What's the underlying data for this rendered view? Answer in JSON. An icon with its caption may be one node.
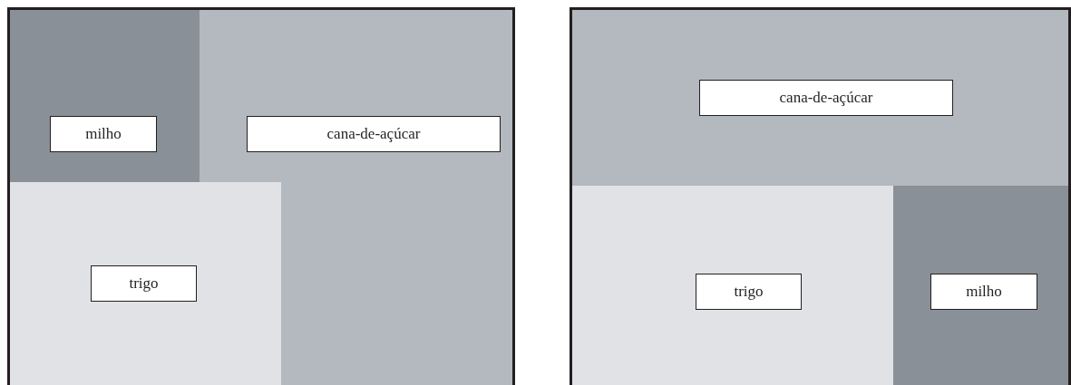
{
  "diagram": {
    "nodes": [
      {
        "text": [],
        "shape": "box"
      },
      {
        "text": [
          "milho"
        ],
        "in": 0
      },
      {
        "text": [
          "cana-de-açúcar"
        ],
        "in": 0
      },
      {
        "text": [
          "trigo"
        ],
        "in": 0
      },
      {
        "text": [],
        "shape": "box"
      },
      {
        "text": [
          "cana-de-açúcar"
        ],
        "in": 4
      },
      {
        "text": [
          "trigo"
        ],
        "in": 4
      },
      {
        "text": [
          "milho"
        ],
        "in": 4
      }
    ]
  }
}
